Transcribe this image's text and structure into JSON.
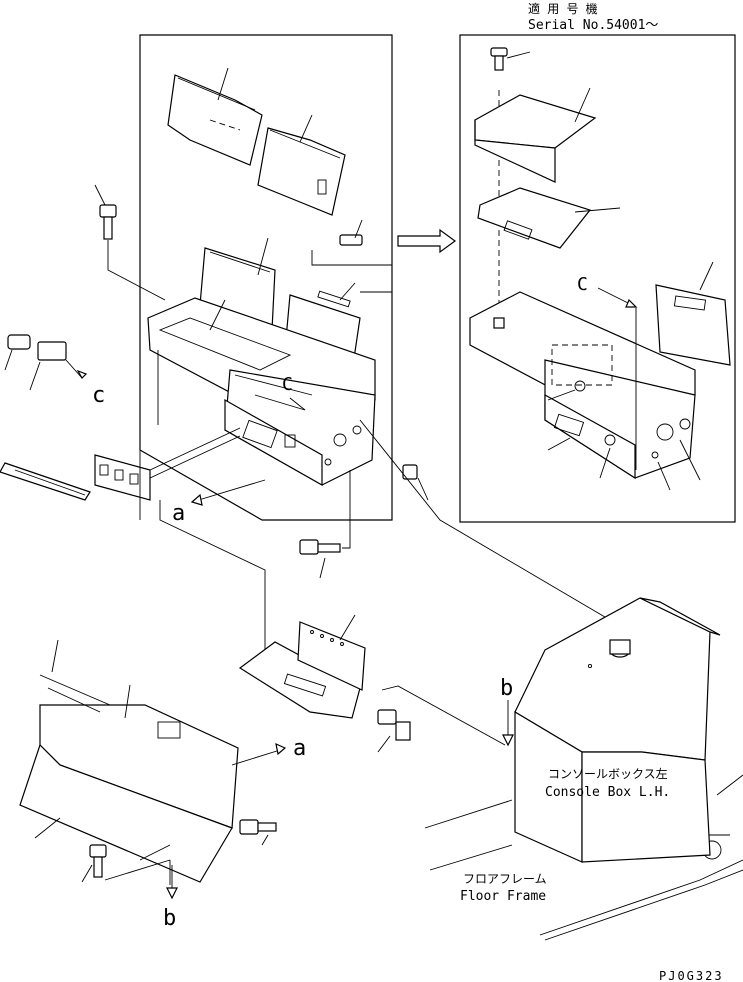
{
  "labels": {
    "serial_jp": "適 用 号 機",
    "serial_en": "Serial No.54001～",
    "callout_c_left": "c",
    "callout_c_mid": "C",
    "callout_c_right": "C",
    "callout_a_mid": "a",
    "callout_a_low": "a",
    "callout_b_box": "b",
    "callout_b_low": "b",
    "console_jp": "コンソールボックス左",
    "console_en": "Console Box L.H.",
    "floor_jp": "フロアフレーム",
    "floor_en": "Floor Frame",
    "drawing_code": "PJ0G323"
  }
}
